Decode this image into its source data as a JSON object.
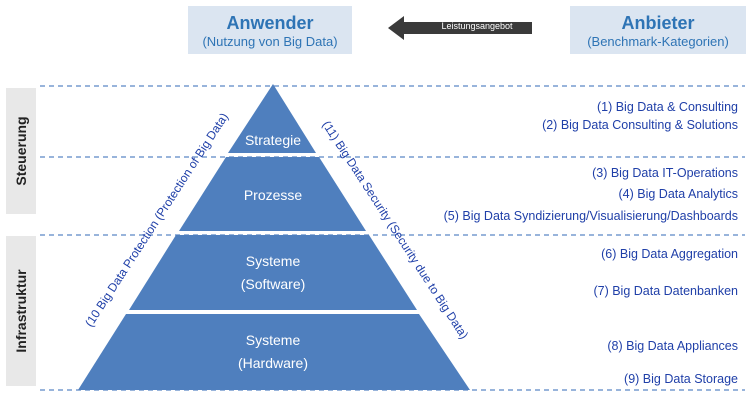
{
  "header": {
    "user": {
      "title": "Anwender",
      "subtitle": "(Nutzung von Big Data)"
    },
    "provider": {
      "title": "Anbieter",
      "subtitle": "(Benchmark-Kategorien)"
    },
    "arrow_label": "Leistungsangebot"
  },
  "sides": {
    "control": "Steuerung",
    "infrastructure": "Infrastruktur"
  },
  "pyramid": {
    "levels": [
      {
        "label": "Strategie",
        "sublabel": ""
      },
      {
        "label": "Prozesse",
        "sublabel": ""
      },
      {
        "label": "Systeme",
        "sublabel": "(Software)"
      },
      {
        "label": "Systeme",
        "sublabel": "(Hardware)"
      }
    ],
    "left_edge": "(10 Big Data Protection (Protection of Big Data)",
    "right_edge": "(11) Big Data Security (Security due to Big Data)"
  },
  "categories": [
    "(1) Big Data & Consulting",
    "(2) Big Data Consulting & Solutions",
    "(3) Big Data IT-Operations",
    "(4) Big Data Analytics",
    "(5) Big Data Syndizierung/Visualisierung/Dashboards",
    "(6) Big Data Aggregation",
    "(7) Big Data Datenbanken",
    "(8) Big Data Appliances",
    "(9) Big Data Storage"
  ],
  "colors": {
    "pyramid_fill": "#4f7fbe",
    "header_bg": "#dbe5f1",
    "accent": "#2e74b5",
    "category_text": "#1f3fa8",
    "dashes": "#5b86c5"
  }
}
